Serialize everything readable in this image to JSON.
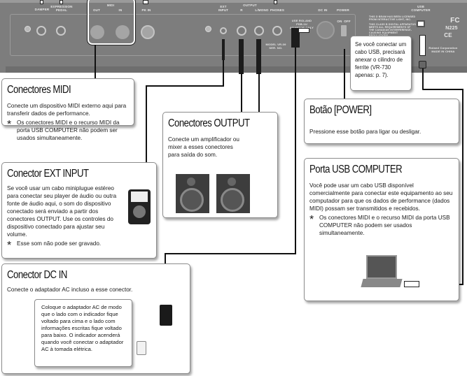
{
  "panel": {
    "labels": {
      "damper": "DAMPER",
      "expression_pedal": "EXPRESSION\nPEDAL",
      "midi": "MIDI",
      "midi_out": "OUT",
      "midi_in": "IN",
      "pk_in": "PK IN",
      "ext_input": "EXT\nINPUT",
      "output": "OUTPUT",
      "output_r": "R",
      "output_l_mono": "L/MONO",
      "phones": "PHONES",
      "dc_in": "DC IN",
      "power": "POWER",
      "power_on": "ON",
      "power_off": "OFF",
      "usb_computer": "USB\nCOMPUTER",
      "use_roland": "USE ROLAND\nPSB-1U\nADAPTOR ONLY",
      "model": "MODEL  VR-09\nSER. NO.",
      "compliance_1": "THIS D BEAM HAS BEEN LICENSED\nFROM INTERACTIVE LIGHT, INC.",
      "compliance_2": "THIS CLASS B DIGITAL APPARATUS\nMEETS ALL REQUIREMENTS OF\nTHE CANADIAN INTERFERENCE-\nCAUSING EQUIPMENT REGULATIONS.",
      "fcc": "FC",
      "n225": "N225",
      "ce": "CE",
      "corporation": "Roland Corporation\nMADE IN CHINA"
    }
  },
  "callouts": {
    "midi": {
      "title": "Conectores MIDI",
      "body": "Conecte um dispositivo MIDI externo aqui para transferir dados de performance.",
      "note_marker": "*",
      "note": "Os conectores MIDI e o recurso MIDI da porta USB COMPUTER não podem ser usados simultaneamente."
    },
    "ext_input": {
      "title": "Conector EXT INPUT",
      "body": "Se você usar um cabo miniplugue estéreo para conectar seu player de áudio ou outra fonte de áudio aqui, o som do dispositivo conectado será enviado a partir dos conectores OUTPUT. Use os controles do dispositivo conectado para ajustar seu volume.",
      "note_marker": "*",
      "note": "Esse som não pode ser gravado."
    },
    "output": {
      "title": "Conectores OUTPUT",
      "body": "Conecte um amplificador ou mixer a esses conectores para saída do som."
    },
    "dc_in": {
      "title": "Conector DC IN",
      "body": "Conecte o adaptador AC incluso a esse conector.",
      "sub_note": "Coloque o adaptador AC de modo que o lado com o indicador fique voltado para cima e o lado com informações escritas fique voltado para baixo. O indicador acenderá quando você conectar o adaptador AC à tomada elétrica."
    },
    "power": {
      "title": "Botão [POWER]",
      "body": "Pressione esse botão para ligar ou desligar."
    },
    "usb": {
      "title": "Porta USB COMPUTER",
      "body": "Você pode usar um cabo USB disponível comercialmente para conectar este equipamento ao seu computador para que os dados de performance (dados MIDI) possam ser transmitidos e recebidos.",
      "note_marker": "*",
      "note": "Os conectores MIDI e o recurso MIDI da porta USB COMPUTER não podem ser usados simultaneamente."
    },
    "ferrite": {
      "body": "Se você conectar um cabo USB, precisará anexar o cilindro de ferrite (VR-730 apenas: p. 7)."
    }
  }
}
